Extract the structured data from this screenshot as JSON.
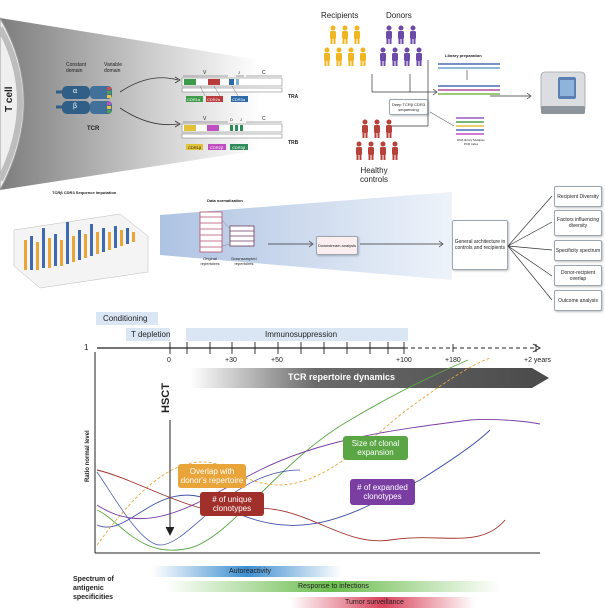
{
  "top": {
    "tcell_label": "T cell",
    "constant_domain": "Constant domain",
    "variable_domain": "Variable domain",
    "alpha": "α",
    "beta": "β",
    "tcr": "TCR",
    "tra": "TRA",
    "trb": "TRB",
    "v": "V",
    "j": "J",
    "c": "C",
    "d": "D",
    "cdr1a": "CDR1α",
    "cdr2a": "CDR2α",
    "cdr3a": "CDR3α",
    "cdr1b": "CDR1β",
    "cdr2b": "CDR2β",
    "cdr3b": "CDR3β",
    "recipients": "Recipients",
    "donors": "Donors",
    "healthy_controls": "Healthy\ncontrols",
    "library_preparation": "Library preparation",
    "deep_seq": "Deep TCRβ CDR3 sequencing",
    "multiplex": "DNA library Multiplex PCR Index"
  },
  "middle": {
    "imputation_title": "TCRβ CDR3 Sequence imputation",
    "data_normalization": "Data normalization",
    "original_repertoires": "Original repertoires",
    "downsampled_repertoires": "Downsampled repertoires",
    "downstream_analysis": "Downstream analysis",
    "general_architecture": "General architecture in controls and recipients",
    "outcomes": [
      "Recipient Diversity",
      "Factors influencing diversity",
      "Specificity spectrum",
      "Donor-recipient overlap",
      "Outcome analysis"
    ]
  },
  "timeline": {
    "conditioning": "Conditioning",
    "t_depletion": "T depletion",
    "immunosuppression": "Immunosuppression",
    "axis_one": "1",
    "ticks": [
      "0",
      "+30",
      "+50",
      "+100",
      "+180",
      "+2 years"
    ],
    "hsct": "HSCT",
    "tcr_dynamics": "TCR repertoire dynamics",
    "ylabel": "Ratio normal level",
    "size_clonal": "Size of clonal expansion",
    "overlap_donor": "Overlap with donor's repertoire",
    "unique_clonotypes": "# of unique clonotypes",
    "expanded_clonotypes": "# of expanded clonotypes",
    "spectrum_label": "Spectrum of antigenic specificities",
    "autoreactivity": "Autoreactivity",
    "response_infections": "Response to infections",
    "tumor_surveillance": "Tumor surveillance"
  },
  "colors": {
    "green": "#5aa644",
    "blue": "#3f4fa8",
    "orange": "#e9a43a",
    "red": "#a1302a",
    "purple": "#7a3ea3",
    "dark_gray": "#585858",
    "pale_blue": "#dbe6f4"
  }
}
